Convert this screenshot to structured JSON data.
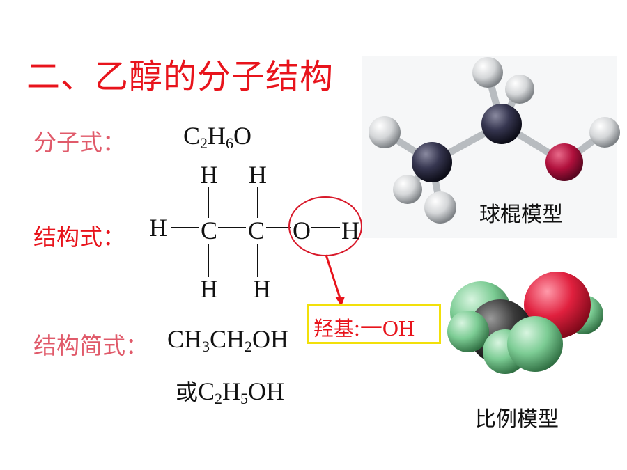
{
  "title": "二、乙醇的分子结构",
  "molecular_formula": {
    "label": "分子式：",
    "formula": {
      "p1": "C",
      "s1": "2",
      "p2": "H",
      "s2": "6",
      "p3": "O"
    }
  },
  "structural_formula": {
    "label": "结构式：",
    "atoms": {
      "h_top1": "H",
      "h_top2": "H",
      "h_left": "H",
      "c1": "C",
      "c2": "C",
      "o": "O",
      "h_right": "H",
      "h_bot1": "H",
      "h_bot2": "H"
    }
  },
  "condensed_formula": {
    "label": "结构简式：",
    "formula1": {
      "p1": "CH",
      "s1": "3",
      "p2": "CH",
      "s2": "2",
      "p3": "OH"
    },
    "formula2": {
      "p0": "或",
      "p1": "C",
      "s1": "2",
      "p2": "H",
      "s2": "5",
      "p3": "OH"
    }
  },
  "hydroxyl_callout": {
    "label": "羟基",
    "text": ":一OH"
  },
  "ball_stick_model": {
    "caption": "球棍模型"
  },
  "space_filling_model": {
    "caption": "比例模型"
  },
  "colors": {
    "title_red": "#e8141c",
    "label_pink": "#e05a6a",
    "box_yellow": "#f2e00a"
  }
}
